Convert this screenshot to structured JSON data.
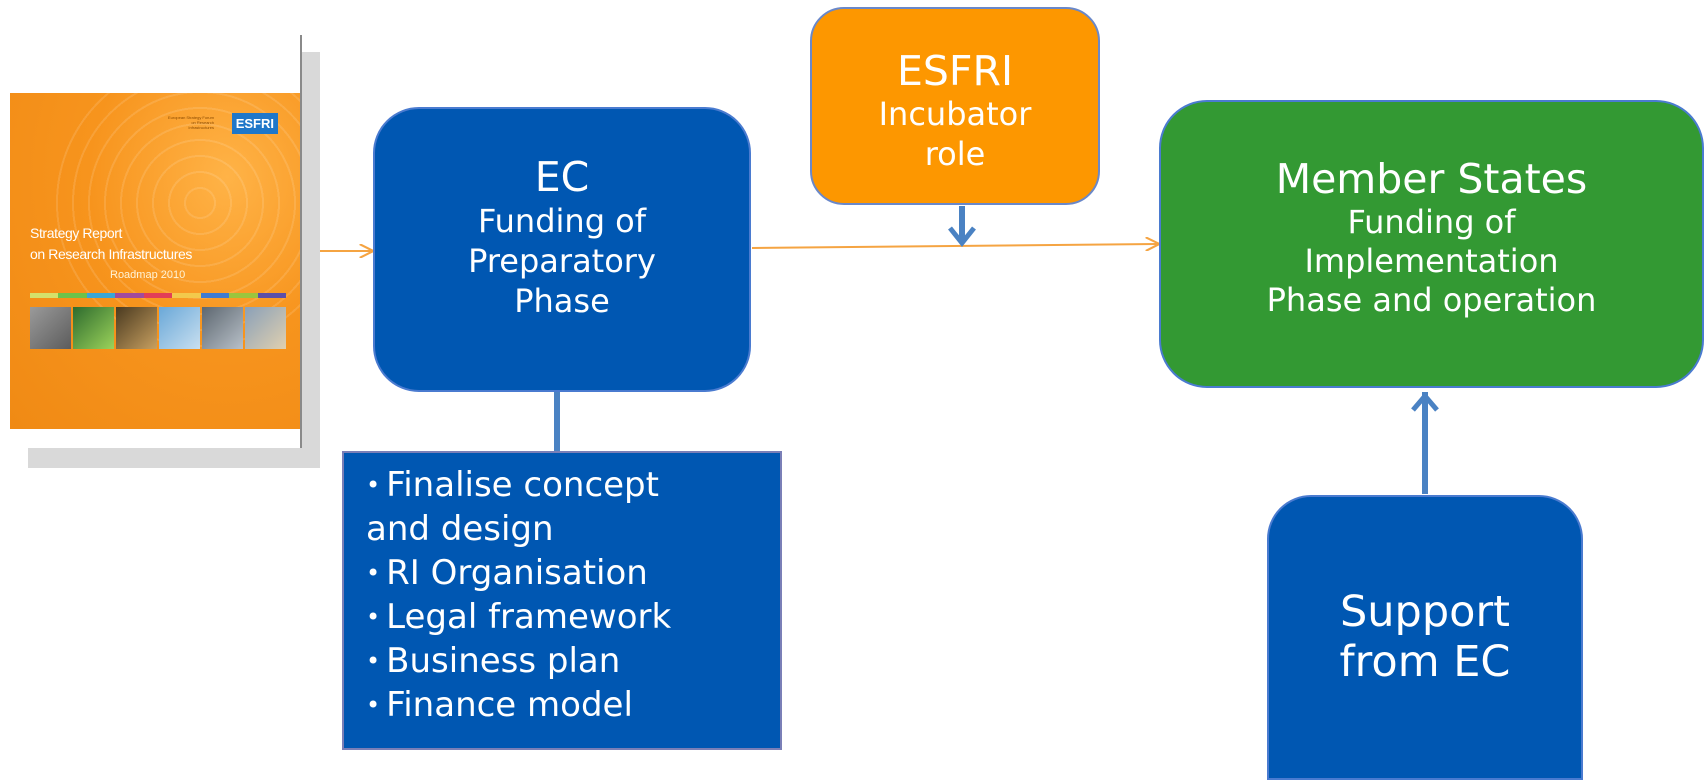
{
  "report": {
    "publisher_small": "European Strategy Forum on Research Infrastructures",
    "logo": "ESFRI",
    "title_line1": "Strategy Report",
    "title_line2": "on Research Infrastructures",
    "edition": "Roadmap 2010"
  },
  "ec": {
    "title": "EC",
    "subtitle_lines": [
      "Funding of",
      "Preparatory",
      "Phase"
    ]
  },
  "esfri": {
    "title": "ESFRI",
    "subtitle_lines": [
      "Incubator",
      "role"
    ]
  },
  "member_states": {
    "title": "Member States",
    "subtitle_lines": [
      "Funding of",
      "Implementation",
      "Phase and operation"
    ]
  },
  "preparatory_tasks": {
    "bullet": "•",
    "items": [
      "Finalise concept and design",
      "RI Organisation",
      "Legal framework",
      "Business plan",
      "Finance model"
    ]
  },
  "support": {
    "lines": [
      "Support",
      "from EC"
    ]
  },
  "colors": {
    "ec_blue": "#0057b2",
    "esfri_orange": "#fd9700",
    "member_states_green": "#339933",
    "connector_orange": "#f5a442",
    "connector_blue": "#4a82c3"
  }
}
